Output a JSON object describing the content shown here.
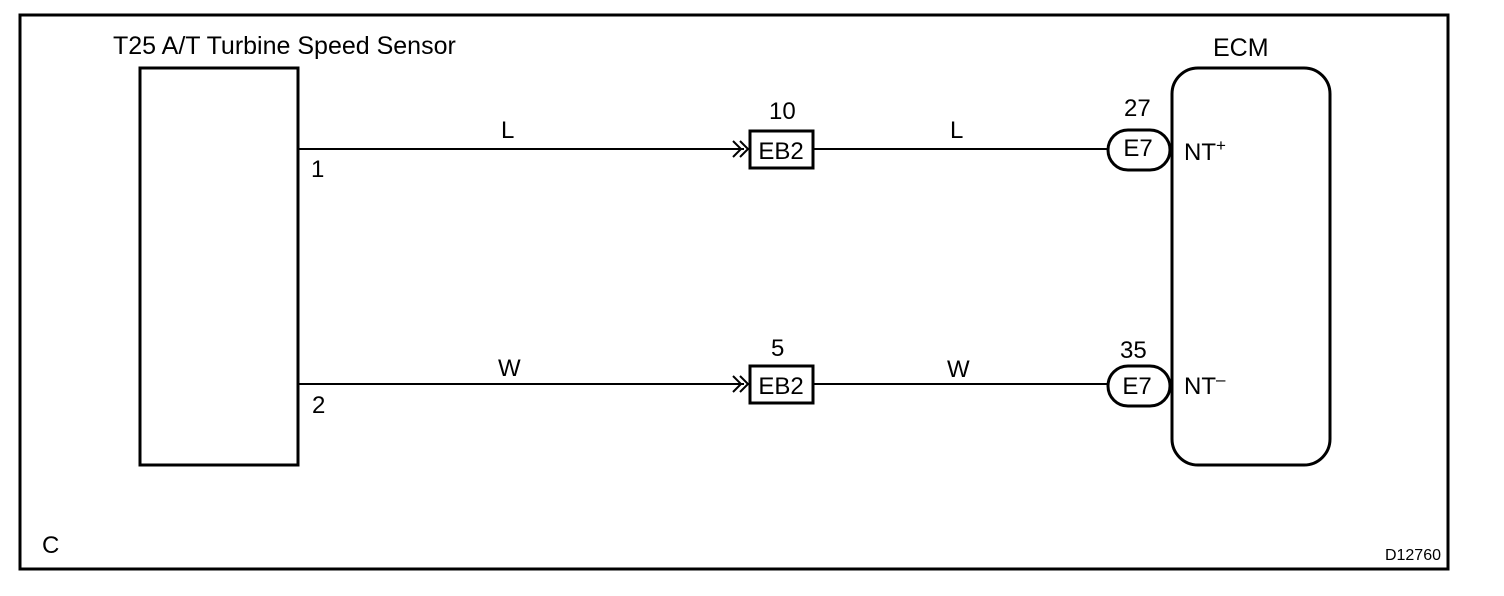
{
  "diagram": {
    "sensor_title": "T25 A/T Turbine Speed Sensor",
    "ecm_title": "ECM",
    "figure_letter": "C",
    "figure_id": "D12760",
    "circuits": [
      {
        "sensor_pin": "1",
        "wire_color_left": "L",
        "junction_pin": "10",
        "junction_connector": "EB2",
        "wire_color_right": "L",
        "ecm_pin": "27",
        "ecm_connector": "E7",
        "ecm_terminal": "NT",
        "ecm_terminal_sign": "+"
      },
      {
        "sensor_pin": "2",
        "wire_color_left": "W",
        "junction_pin": "5",
        "junction_connector": "EB2",
        "wire_color_right": "W",
        "ecm_pin": "35",
        "ecm_connector": "E7",
        "ecm_terminal": "NT",
        "ecm_terminal_sign": "–"
      }
    ]
  }
}
